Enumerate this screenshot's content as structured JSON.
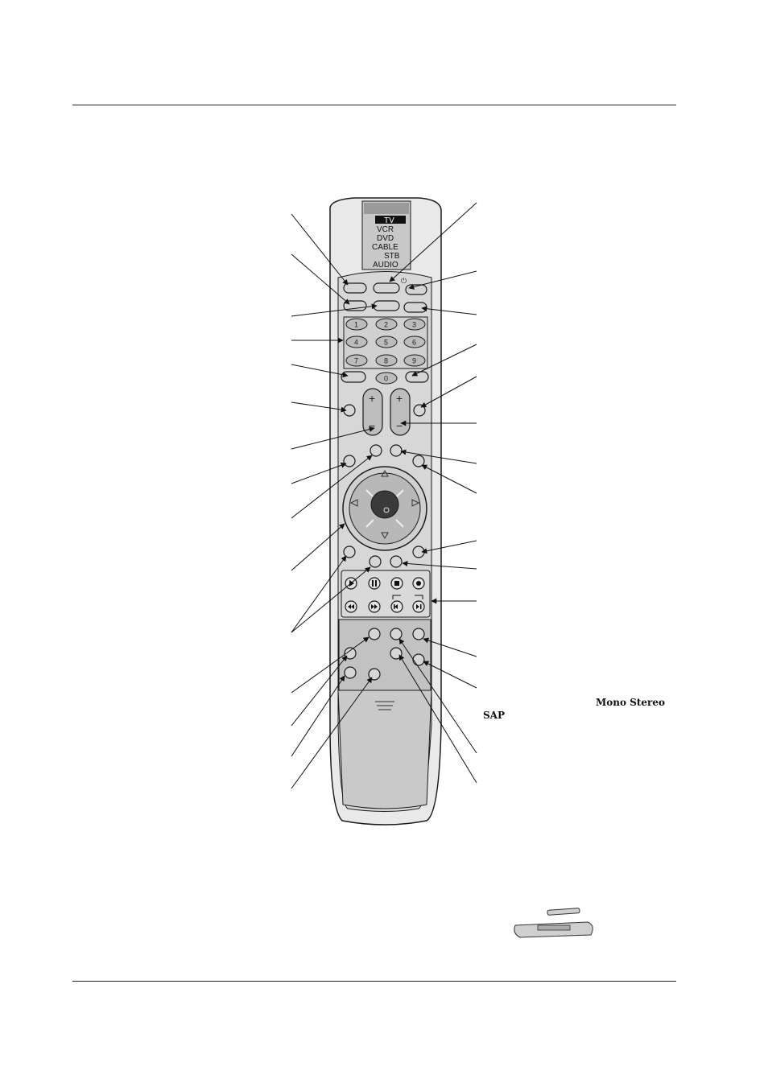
{
  "remote": {
    "mode_labels": [
      "TV",
      "VCR",
      "DVD",
      "CABLE",
      "STB",
      "AUDIO"
    ],
    "selected_mode": "TV",
    "number_keys": [
      "1",
      "2",
      "3",
      "4",
      "5",
      "6",
      "7",
      "8",
      "9",
      "0"
    ],
    "plus_symbol": "+",
    "minus_symbol": "−",
    "power_symbol": "⏻"
  },
  "notes": {
    "sound_modes_line1": "Mono  Stereo",
    "sound_modes_line2": "SAP"
  },
  "colors": {
    "body": "#e7e7e7",
    "panel": "#cfcfcf",
    "lower_panel": "#c4c4c4",
    "dpad_center": "#3a3a3a",
    "outline": "#1a1a1a"
  },
  "icons": [
    "play-icon",
    "pause-icon",
    "stop-icon",
    "record-icon",
    "rewind-icon",
    "fast-forward-icon",
    "skip-back-icon",
    "skip-forward-icon",
    "power-icon"
  ]
}
